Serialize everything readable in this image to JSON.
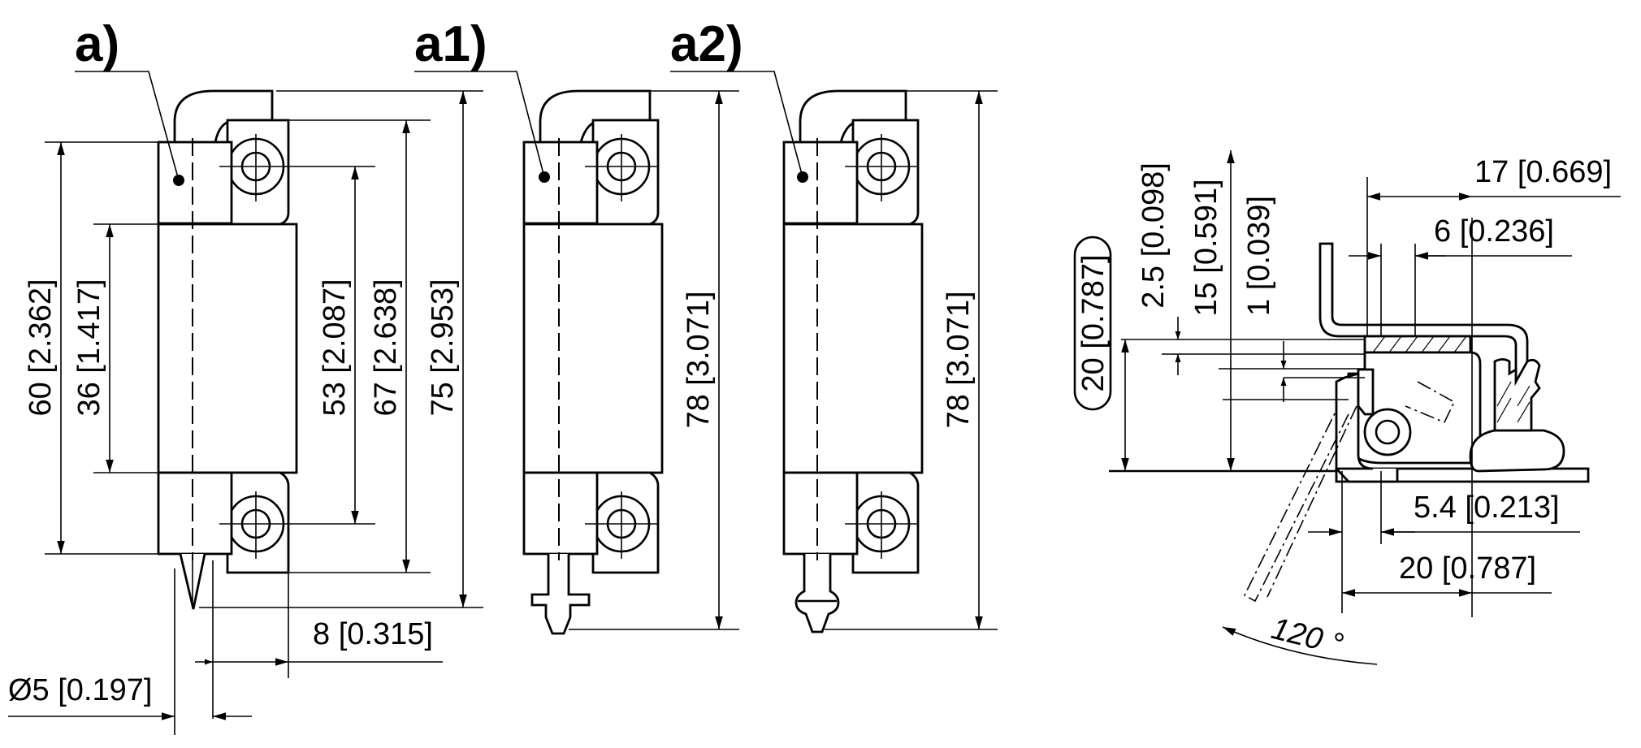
{
  "views": {
    "a": {
      "label": "a)",
      "dims": {
        "d60": "60 [2.362]",
        "d36": "36 [1.417]",
        "d53": "53 [2.087]",
        "d67": "67 [2.638]",
        "d75": "75 [2.953]",
        "d8": "8 [0.315]",
        "dia5": "Ø5 [0.197]"
      }
    },
    "a1": {
      "label": "a1)",
      "dims": {
        "d78": "78 [3.071]"
      }
    },
    "a2": {
      "label": "a2)",
      "dims": {
        "d78": "78 [3.071]"
      }
    }
  },
  "section": {
    "dims": {
      "d17": "17 [0.669]",
      "d6": "6 [0.236]",
      "d2_5": "2.5 [0.098]",
      "d15": "15 [0.591]",
      "d1": "1 [0.039]",
      "d20v": "20 [0.787]",
      "d5_4": "5.4 [0.213]",
      "d20h": "20 [0.787]"
    },
    "angle": "120 °"
  }
}
